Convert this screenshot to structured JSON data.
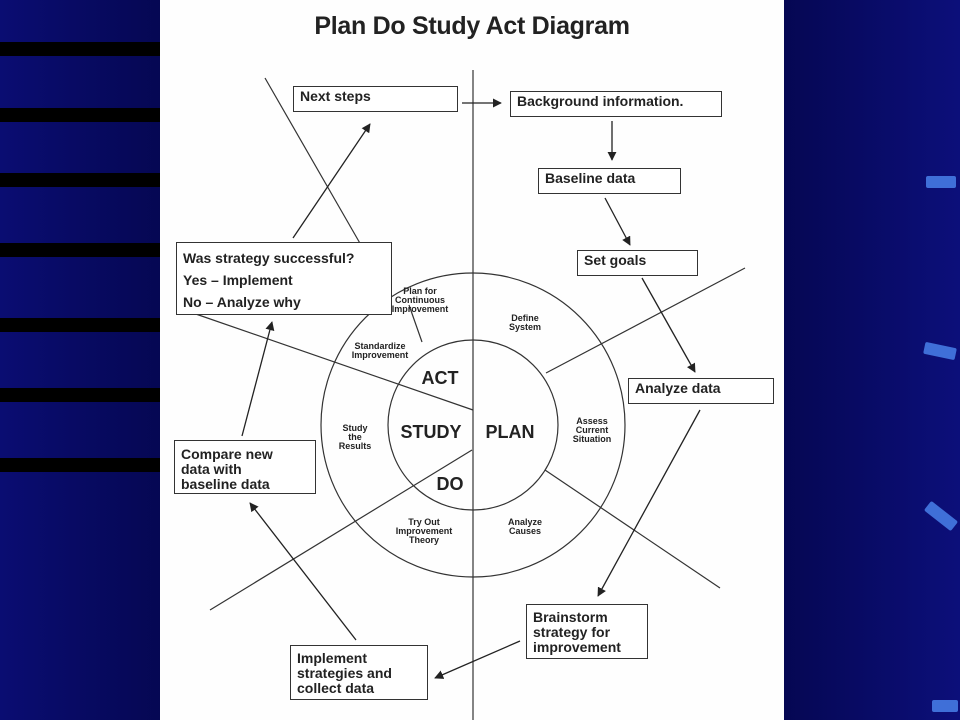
{
  "diagram": {
    "title": "Plan Do Study Act Diagram",
    "boxes": {
      "next_steps": "Next steps",
      "background_information": "Background information.",
      "baseline_data": "Baseline data",
      "set_goals": "Set goals",
      "analyze_data": "Analyze data",
      "brainstorm": [
        "Brainstorm",
        "strategy for",
        "improvement"
      ],
      "implement": [
        "Implement",
        "strategies and",
        "collect data"
      ],
      "compare": [
        "Compare new",
        "data with",
        "baseline data"
      ],
      "strategy": [
        "Was strategy successful?",
        "Yes – Implement",
        "No – Analyze why"
      ]
    },
    "cycle": {
      "center": {
        "act": "ACT",
        "study": "STUDY",
        "plan": "PLAN",
        "do": "DO"
      },
      "ring": {
        "plan_continuous": [
          "Plan for",
          "Continuous",
          "Improvement"
        ],
        "define_system": [
          "Define",
          "System"
        ],
        "standardize": [
          "Standardize",
          "Improvement"
        ],
        "assess": [
          "Assess",
          "Current",
          "Situation"
        ],
        "study_results": [
          "Study",
          "the",
          "Results"
        ],
        "try_out": [
          "Try Out",
          "Improvement",
          "Theory"
        ],
        "analyze_causes": [
          "Analyze",
          "Causes"
        ]
      }
    }
  }
}
